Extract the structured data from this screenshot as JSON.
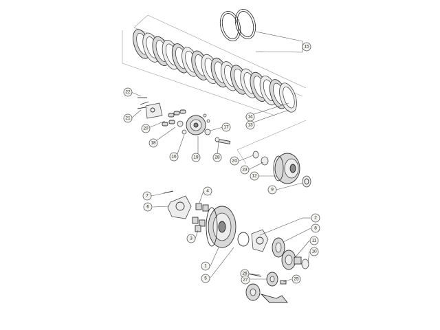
{
  "callouts": [
    {
      "id": "c1",
      "label": "1"
    },
    {
      "id": "c2",
      "label": "2"
    },
    {
      "id": "c3",
      "label": "3"
    },
    {
      "id": "c4",
      "label": "4"
    },
    {
      "id": "c5",
      "label": "5"
    },
    {
      "id": "c6",
      "label": "6"
    },
    {
      "id": "c7",
      "label": "7"
    },
    {
      "id": "c8",
      "label": "8"
    },
    {
      "id": "c9",
      "label": "9"
    },
    {
      "id": "c10",
      "label": "10"
    },
    {
      "id": "c11",
      "label": "11"
    },
    {
      "id": "c12",
      "label": "12"
    },
    {
      "id": "c13",
      "label": "13"
    },
    {
      "id": "c14",
      "label": "14"
    },
    {
      "id": "c15",
      "label": "15"
    },
    {
      "id": "c16",
      "label": "16"
    },
    {
      "id": "c17",
      "label": "17"
    },
    {
      "id": "c18",
      "label": "18"
    },
    {
      "id": "c19",
      "label": "19"
    },
    {
      "id": "c20",
      "label": "20"
    },
    {
      "id": "c21",
      "label": "21"
    },
    {
      "id": "c22",
      "label": "22"
    },
    {
      "id": "c23",
      "label": "23"
    },
    {
      "id": "c24",
      "label": "24"
    },
    {
      "id": "c25",
      "label": "25"
    },
    {
      "id": "c26",
      "label": "26"
    },
    {
      "id": "c27",
      "label": "27"
    },
    {
      "id": "c28",
      "label": "28"
    }
  ]
}
